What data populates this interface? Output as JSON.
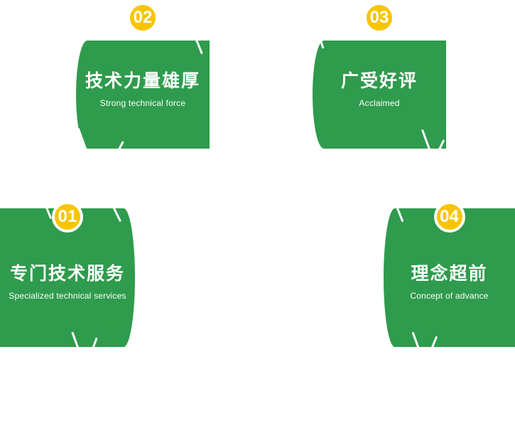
{
  "colors": {
    "card_green": "#2f9b4d",
    "badge_yellow": "#f7c500",
    "text_white": "#ffffff"
  },
  "icons": {
    "badge": "circle-number-badge",
    "decoration": "diagonal-sparkle-line"
  },
  "features": [
    {
      "number": "01",
      "title": "专门技术服务",
      "subtitle": "Specialized technical services"
    },
    {
      "number": "02",
      "title": "技术力量雄厚",
      "subtitle": "Strong technical force"
    },
    {
      "number": "03",
      "title": "广受好评",
      "subtitle": "Acclaimed"
    },
    {
      "number": "04",
      "title": "理念超前",
      "subtitle": "Concept of advance"
    }
  ]
}
